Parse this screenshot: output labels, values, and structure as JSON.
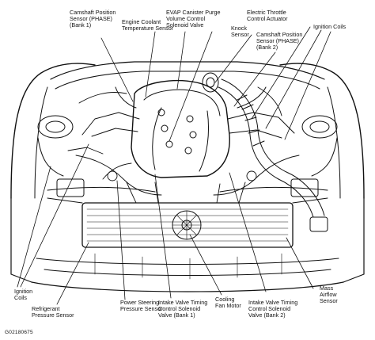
{
  "colors": {
    "ink": "#111111",
    "paper": "#ffffff"
  },
  "labels": {
    "camshaft_phase_bank1": "Camshaft Position\nSensor (PHASE)\n(Bank 1)",
    "engine_coolant_temp": "Engine Coolant\nTemperature Sensor",
    "evap_purge_valve": "EVAP Canister Purge\nVolume Control\nSolenoid Valve",
    "knock_sensor": "Knock\nSensor",
    "electric_throttle": "Electric Throttle\nControl Actuator",
    "camshaft_phase_bank2": "Camshaft Position\nSensor (PHASE)\n(Bank 2)",
    "ignition_coils_right": "Ignition Coils",
    "ignition_coils_left": "Ignition\nCoils",
    "refrigerant_pressure": "Refrigerant\nPressure Sensor",
    "power_steering_pressure": "Power Steering\nPressure Sensor",
    "intake_valve_timing_bank1": "Intake Valve Timing\nControl Solenoid\nValve (Bank 1)",
    "cooling_fan_motor": "Cooling\nFan Motor",
    "intake_valve_timing_bank2": "Intake Valve Timing\nControl Solenoid\nValve (Bank 2)",
    "mass_airflow_sensor": "Mass\nAirflow\nSensor"
  },
  "figure_code": "G02180675"
}
